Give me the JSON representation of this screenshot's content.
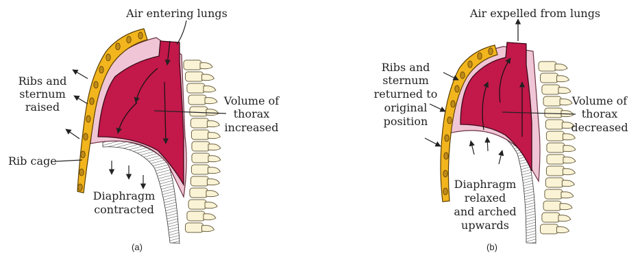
{
  "colors": {
    "lung": "#c2184a",
    "lung_outline": "#3a0a18",
    "pleura": "#f0c6d6",
    "ribs": "#f2b51e",
    "ribs_outline": "#5a3e00",
    "rib_hole": "#c08a1a",
    "spine": "#fbf3d6",
    "spine_outline": "#6b6040"
  },
  "panel_a": {
    "title": "Air entering lungs",
    "ribs_label": [
      "Ribs and",
      "sternum",
      "raised"
    ],
    "volume_label": [
      "Volume of",
      "thorax",
      "increased"
    ],
    "rib_cage_label": "Rib cage",
    "diaphragm_label": [
      "Diaphragm",
      "contracted"
    ],
    "caption": "(a)"
  },
  "panel_b": {
    "title": "Air expelled from lungs",
    "ribs_label": [
      "Ribs and",
      "sternum",
      "returned to",
      "original",
      "position"
    ],
    "volume_label": [
      "Volume of",
      "thorax",
      "decreased"
    ],
    "diaphragm_label": [
      "Diaphragm",
      "relaxed",
      "and arched",
      "upwards"
    ],
    "caption": "(b)"
  }
}
